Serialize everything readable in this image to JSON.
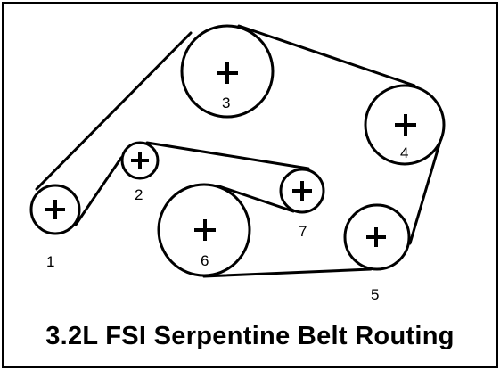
{
  "title": "3.2L FSI Serpentine Belt Routing",
  "colors": {
    "stroke": "#000000",
    "background": "#ffffff"
  },
  "pulleys": [
    {
      "id": "1",
      "label": "1"
    },
    {
      "id": "2",
      "label": "2"
    },
    {
      "id": "3",
      "label": "3"
    },
    {
      "id": "4",
      "label": "4"
    },
    {
      "id": "5",
      "label": "5"
    },
    {
      "id": "6",
      "label": "6"
    },
    {
      "id": "7",
      "label": "7"
    }
  ]
}
